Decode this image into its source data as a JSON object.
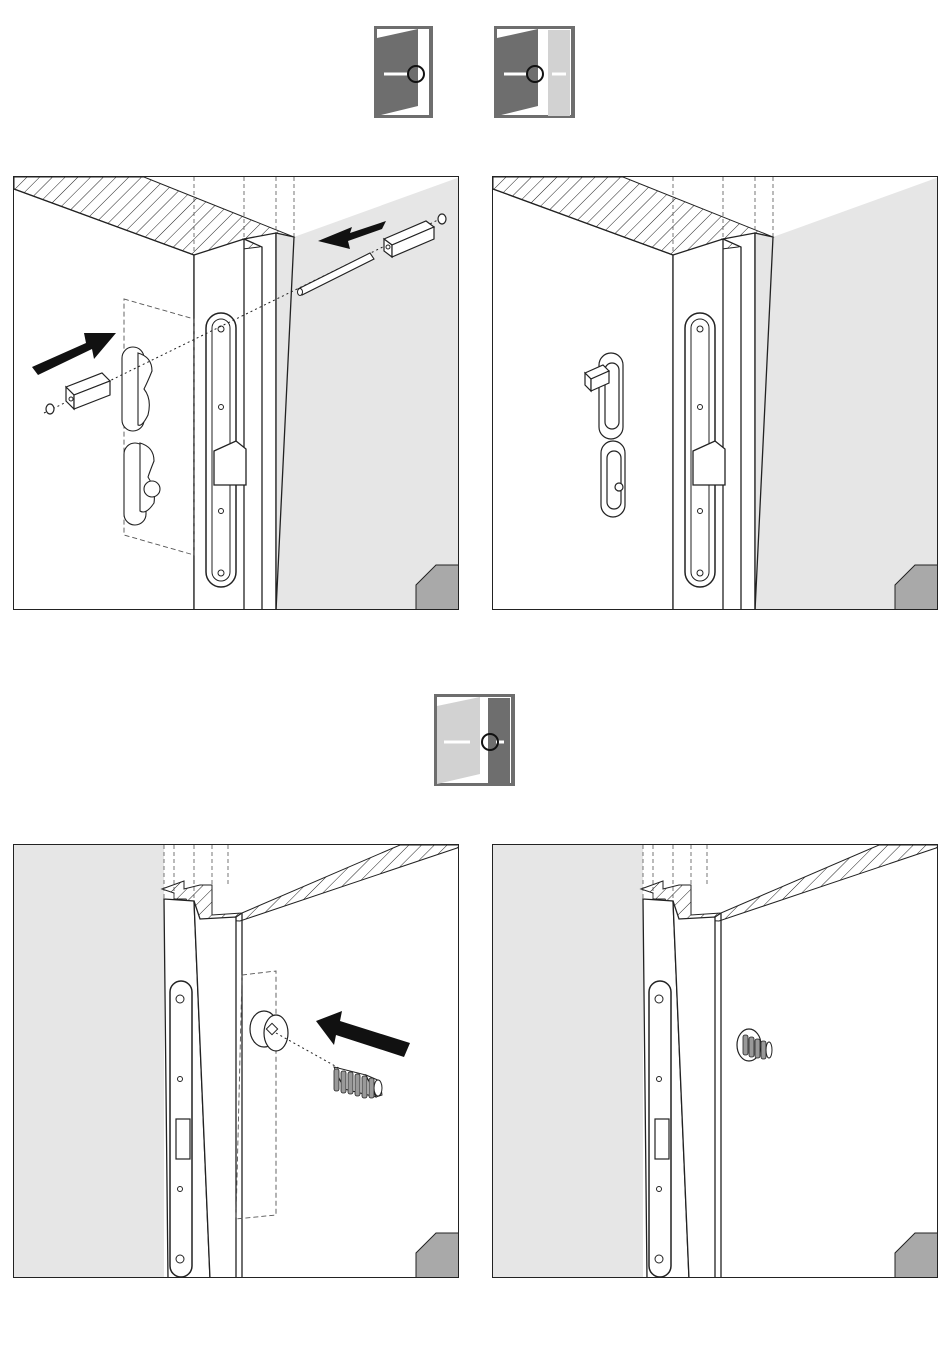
{
  "colors": {
    "line": "#222222",
    "wall_fill": "#e6e6e6",
    "door_dark": "#6e6e6e",
    "door_light": "#d2d2d2",
    "corner_tab": "#a9a9a9",
    "arrow": "#111111"
  },
  "icons": {
    "top_left": "door-open-inward-icon",
    "top_right": "double-door-icon",
    "middle": "door-open-outward-icon"
  },
  "panels": [
    {
      "id": "top-left",
      "step": "insert-spindle-and-escutcheons"
    },
    {
      "id": "top-right",
      "step": "handle-fitted"
    },
    {
      "id": "bottom-left",
      "step": "insert-bushing"
    },
    {
      "id": "bottom-right",
      "step": "bushing-fitted"
    }
  ]
}
